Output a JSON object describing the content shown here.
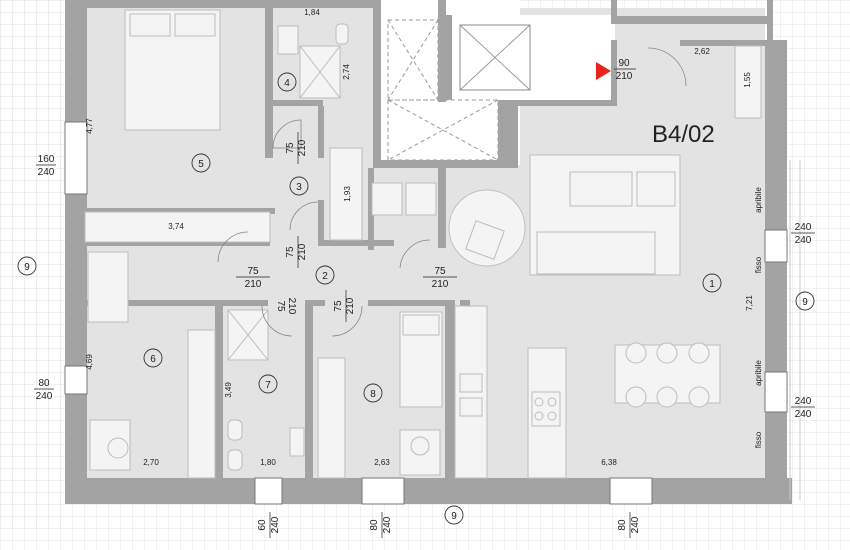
{
  "apartment_id": "B4/02",
  "rooms": [
    {
      "number": "1"
    },
    {
      "number": "2"
    },
    {
      "number": "3"
    },
    {
      "number": "4"
    },
    {
      "number": "5"
    },
    {
      "number": "6"
    },
    {
      "number": "7"
    },
    {
      "number": "8"
    },
    {
      "number": "9"
    }
  ],
  "dimensions": {
    "top_bath_width": "1,84",
    "bath_height": "2,74",
    "bed5_height": "4,77",
    "bed5_width": "3,74",
    "hall3_height": "1,93",
    "living_top": "2,62",
    "living_side_top": "1,55",
    "living_height": "7,21",
    "bed6_height": "4,69",
    "bath7_height": "3,49",
    "bed6_width": "2,70",
    "bath7_width": "1,80",
    "bed8_width": "2,63",
    "kitchen_width": "6,38"
  },
  "doors": {
    "door_a": {
      "w": "75",
      "h": "210"
    },
    "door_b": {
      "w": "75",
      "h": "210"
    },
    "door_c": {
      "w": "75",
      "h": "210"
    },
    "door_d": {
      "w": "75",
      "h": "210"
    },
    "door_e": {
      "w": "75",
      "h": "210"
    },
    "door_f": {
      "w": "75",
      "h": "210"
    },
    "entrance": {
      "w": "90",
      "h": "210"
    }
  },
  "windows": {
    "w_left_top": {
      "w": "160",
      "h": "240"
    },
    "w_left_bottom": {
      "w": "80",
      "h": "240"
    },
    "w_right_top": {
      "w": "240",
      "h": "240"
    },
    "w_right_bottom": {
      "w": "240",
      "h": "240"
    },
    "w_bottom_1": {
      "w": "60",
      "h": "240"
    },
    "w_bottom_2": {
      "w": "80",
      "h": "240"
    },
    "w_bottom_3": {
      "w": "80",
      "h": "240"
    }
  },
  "window_notes": {
    "apribile_1": "apribile",
    "fisso_1": "fisso",
    "apribile_2": "apribile",
    "fisso_2": "fisso"
  },
  "colors": {
    "wall": "#a3a3a3",
    "floor": "#e3e3e3",
    "grid": "#dcdcdc",
    "furniture": "#f4f4f4",
    "entrance_marker": "#e8231b"
  }
}
